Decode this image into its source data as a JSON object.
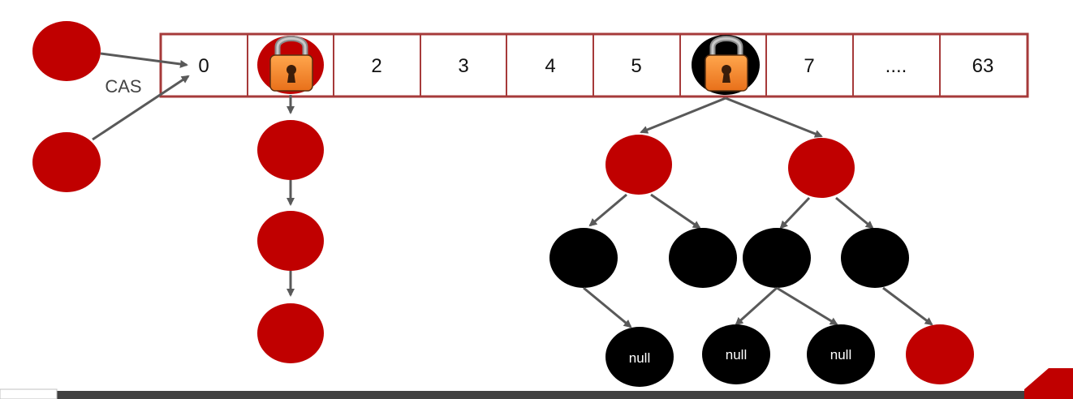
{
  "array": {
    "cells": [
      "0",
      "",
      "2",
      "3",
      "4",
      "5",
      "",
      "7",
      "....",
      "63"
    ],
    "border_color": "#a63a3a"
  },
  "cas_label": "CAS",
  "null_label": "null",
  "colors": {
    "red_node": "#c00000",
    "black_node": "#000000",
    "arrow": "#595959",
    "lock_body": "#f58220",
    "lock_shackle": "#9a9a9a",
    "footer_bar": "#404040",
    "footer_accent": "#c00000"
  },
  "icons": {
    "lock": "padlock-icon"
  }
}
